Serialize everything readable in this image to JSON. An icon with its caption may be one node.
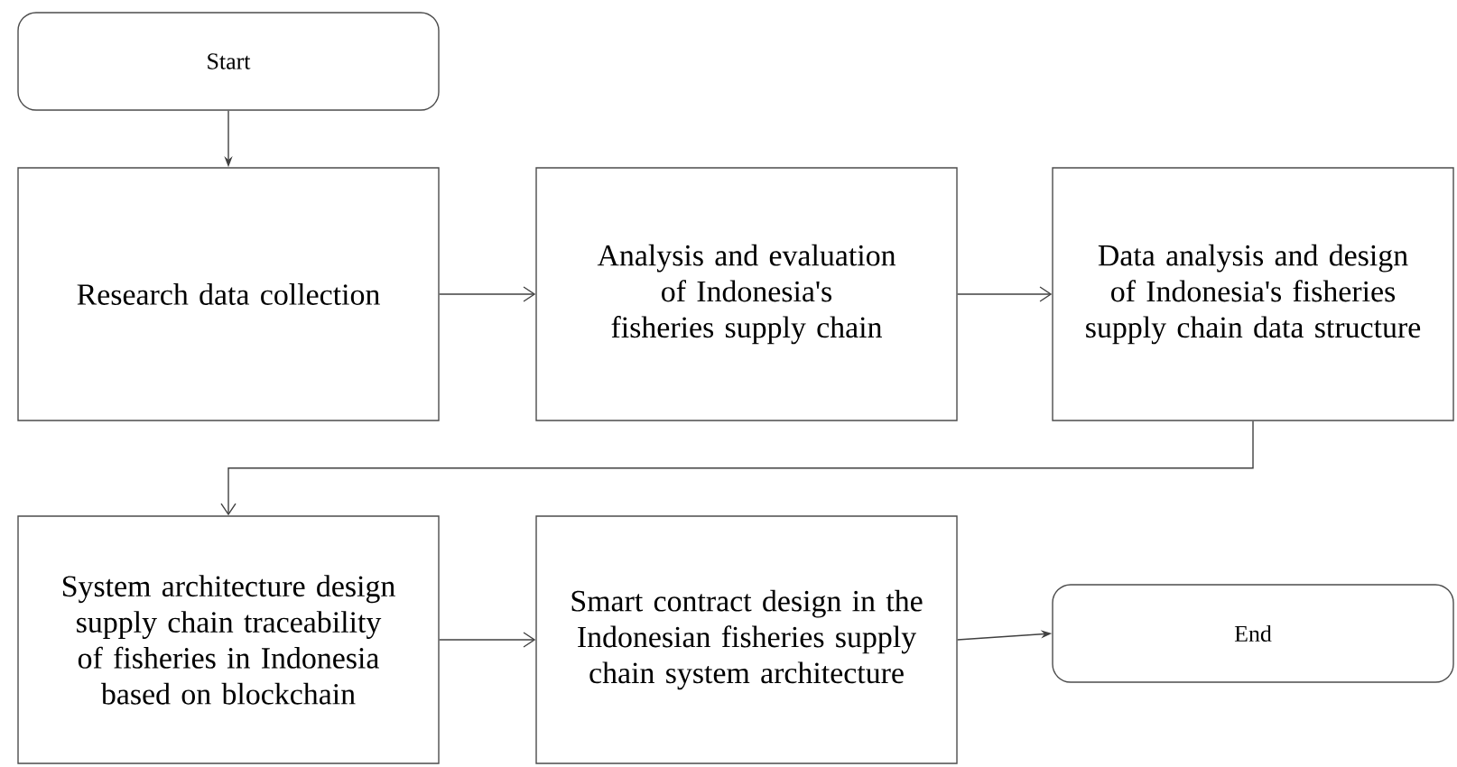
{
  "diagram": {
    "nodes": [
      {
        "text": [
          "Start"
        ]
      },
      {
        "text": [
          "Research data collection"
        ]
      },
      {
        "text": [
          "Analysis and evaluation of Indonesia's fisheries supply chain"
        ]
      },
      {
        "text": [
          "Data analysis and design of Indonesia's fisheries supply chain data structure"
        ]
      },
      {
        "text": [
          "System architecture design supply chain traceability of fisheries in Indonesia based on blockchain"
        ]
      },
      {
        "text": [
          "Smart contract design in the Indonesian fisheries supply chain system architecture"
        ]
      },
      {
        "text": [
          "End"
        ]
      }
    ],
    "edges": [
      {
        "from": 0,
        "to": 1,
        "arrow": "to"
      },
      {
        "from": 1,
        "to": 2,
        "arrow": "to"
      },
      {
        "from": 2,
        "to": 3,
        "arrow": "to"
      },
      {
        "from": 3,
        "to": 4,
        "arrow": "to"
      },
      {
        "from": 4,
        "to": 5,
        "arrow": "to"
      },
      {
        "from": 5,
        "to": 6,
        "arrow": "to"
      }
    ]
  }
}
